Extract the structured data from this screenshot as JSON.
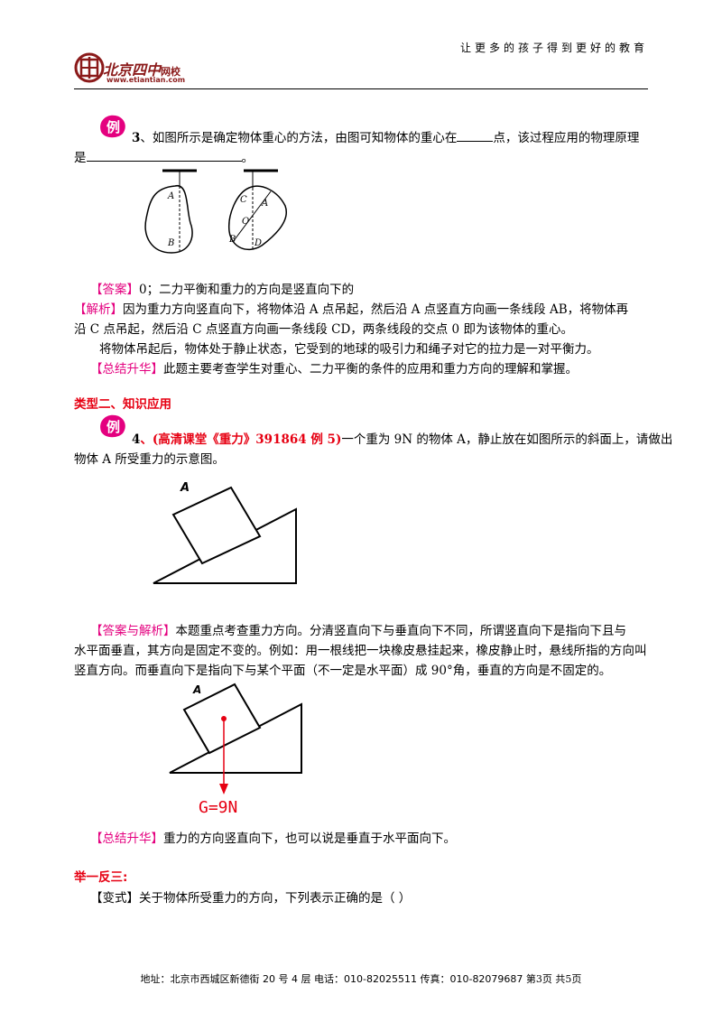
{
  "header": {
    "slogan": "让更多的孩子得到更好的教育",
    "logo_name": "北京四中",
    "logo_suffix": "网校",
    "logo_url": "www.etiantian.com"
  },
  "badge_char": "例",
  "q3": {
    "num": "3",
    "text1": "、如图所示是确定物体重心的方法，由图可知物体的重心在",
    "text2": "点，该过程应用的物理原理",
    "text3": "是",
    "text4": "。",
    "fig_labels": [
      "A",
      "B",
      "C",
      "A",
      "O",
      "B",
      "D"
    ]
  },
  "ans3": {
    "tag": "【答案】",
    "text": "0；二力平衡和重力的方向是竖直向下的",
    "analysis_tag": "【解析】",
    "analysis1": "因为重力方向竖直向下，将物体沿 A 点吊起，然后沿 A 点竖直方向画一条线段 AB，将物体再",
    "analysis2": "沿 C 点吊起，然后沿 C 点竖直方向画一条线段 CD，两条线段的交点 0 即为该物体的重心。",
    "analysis3": "将物体吊起后，物体处于静止状态，它受到的地球的吸引力和绳子对它的拉力是一对平衡力。",
    "summary_tag": "【总结升华】",
    "summary": "此题主要考查学生对重心、二力平衡的条件的应用和重力方向的理解和掌握。"
  },
  "section2": "类型二、知识应用",
  "q4": {
    "num": "4",
    "source": "、(高清课堂《重力》391864 例 5)",
    "text1": "一个重为 9N 的物体 A，静止放在如图所示的斜面上，请做出",
    "text2": "物体 A 所受重力的示意图。",
    "fig_label": "A"
  },
  "ans4": {
    "tag": "【答案与解析】",
    "text1": "本题重点考查重力方向。分清竖直向下与垂直向下不同，所谓竖直向下是指向下且与",
    "text2": "水平面垂直，其方向是固定不变的。例如：用一根线把一块橡皮悬挂起来，橡皮静止时，悬线所指的方向叫",
    "text3": "竖直方向。而垂直向下是指向下与某个平面（不一定是水平面）成 90°角，垂直的方向是不固定的。",
    "fig_label": "A",
    "force_label": "G=9N",
    "summary_tag": "【总结升华】",
    "summary": "重力的方向竖直向下，也可以说是垂直于水平面向下。"
  },
  "section3": "举一反三:",
  "variant": {
    "tag": "【变式】",
    "text": "关于物体所受重力的方向，下列表示正确的是（    ）"
  },
  "footer": {
    "text": "地址：北京市西城区新德街 20 号 4 层  电话：010-82025511  传真：010-82079687",
    "page": "  第3页  共5页"
  },
  "colors": {
    "magenta": "#e4007f",
    "red": "#e60012",
    "brand": "#8b1a1a"
  }
}
